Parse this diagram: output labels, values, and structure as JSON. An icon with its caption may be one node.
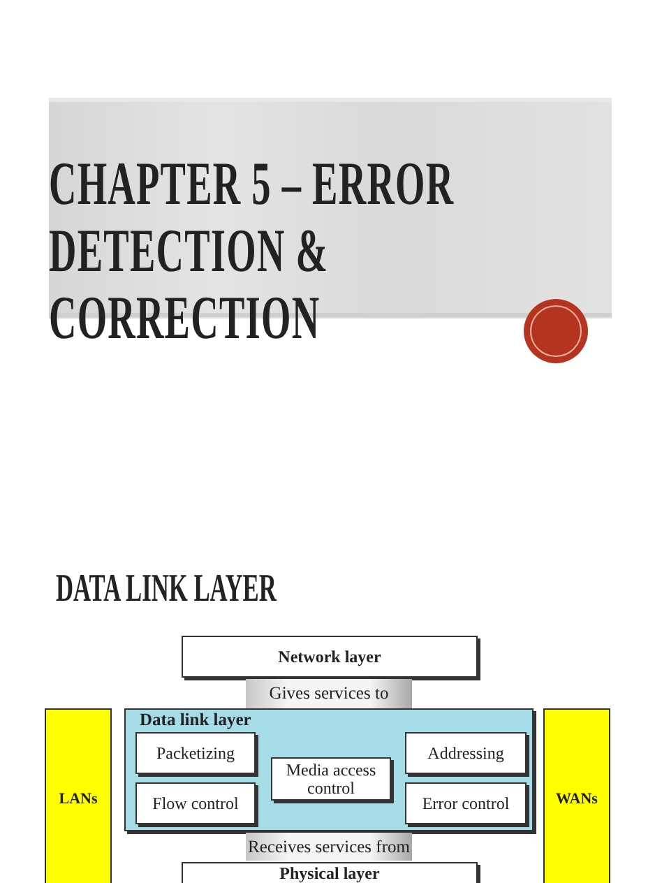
{
  "diagram": {
    "title": "CHAPTER 5 – ERROR DETECTION & CORRECTION",
    "nodes": [
      {
        "text": [
          "Network layer"
        ]
      },
      {
        "text": [
          "Gives services to"
        ]
      },
      {
        "text": [
          "Data link layer"
        ]
      },
      {
        "text": [
          "Packetizing"
        ],
        "in": 2
      },
      {
        "text": [
          "Media access control"
        ],
        "in": 2
      },
      {
        "text": [
          "Addressing"
        ],
        "in": 2
      },
      {
        "text": [
          "Flow control"
        ],
        "in": 2
      },
      {
        "text": [
          "Error control"
        ],
        "in": 2
      },
      {
        "text": [
          "Receives services from"
        ]
      },
      {
        "text": [
          "Physical layer"
        ]
      },
      {
        "text": [
          "LANs"
        ]
      },
      {
        "text": [
          "WANs"
        ]
      }
    ],
    "labels": [
      "DATA LINK LAYER"
    ]
  }
}
